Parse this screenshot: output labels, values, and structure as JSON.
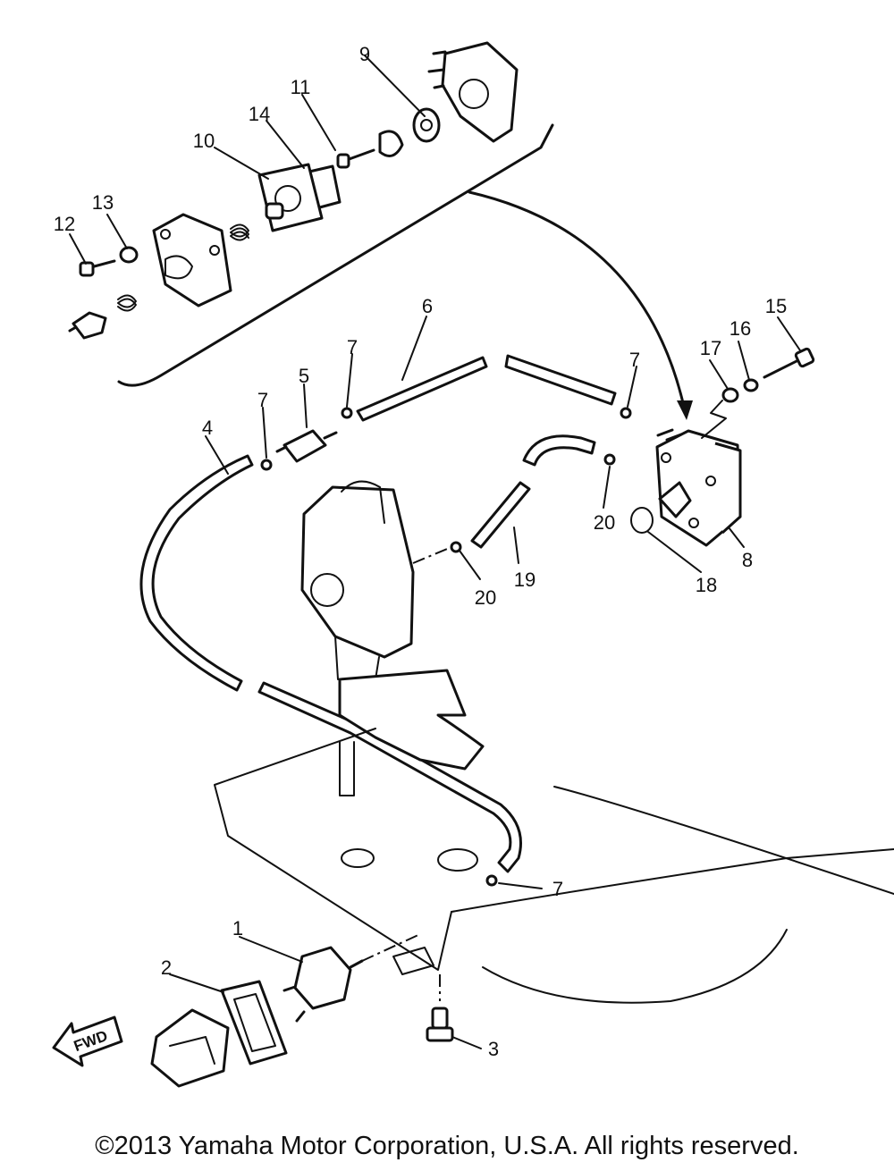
{
  "diagram": {
    "callouts": [
      "1",
      "2",
      "3",
      "4",
      "5",
      "6",
      "7",
      "7",
      "7",
      "7",
      "8",
      "9",
      "10",
      "11",
      "12",
      "13",
      "14",
      "15",
      "16",
      "17",
      "18",
      "19",
      "20",
      "20"
    ],
    "fwd_label": "FWD"
  },
  "footer": {
    "copyright": "©2013 Yamaha Motor Corporation, U.S.A. All rights reserved."
  }
}
